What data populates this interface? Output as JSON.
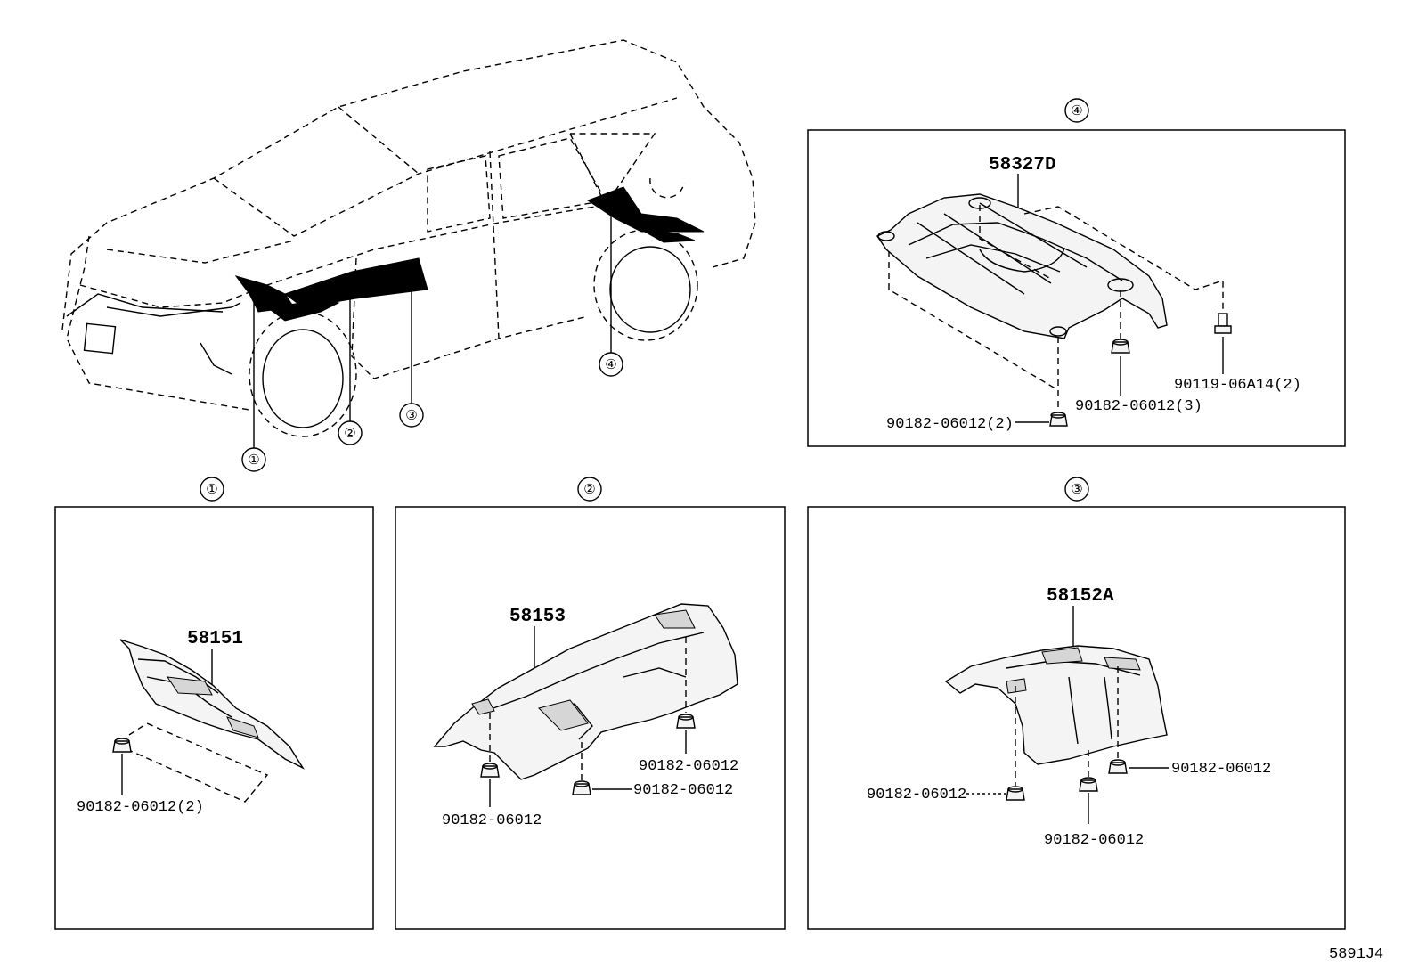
{
  "diagram_code": "5891J4",
  "overview": {
    "callouts": [
      "①",
      "②",
      "③",
      "④"
    ]
  },
  "panels": {
    "p1": {
      "marker": "①",
      "part": "58151",
      "fastener": "90182-06012(2)"
    },
    "p2": {
      "marker": "②",
      "part": "58153",
      "fasteners": [
        "90182-06012",
        "90182-06012",
        "90182-06012"
      ]
    },
    "p3": {
      "marker": "③",
      "part": "58152A",
      "fasteners": [
        "90182-06012",
        "90182-06012",
        "90182-06012"
      ]
    },
    "p4": {
      "marker": "④",
      "part": "58327D",
      "fasteners": [
        "90119-06A14(2)",
        "90182-06012(3)",
        "90182-06012(2)"
      ]
    }
  }
}
